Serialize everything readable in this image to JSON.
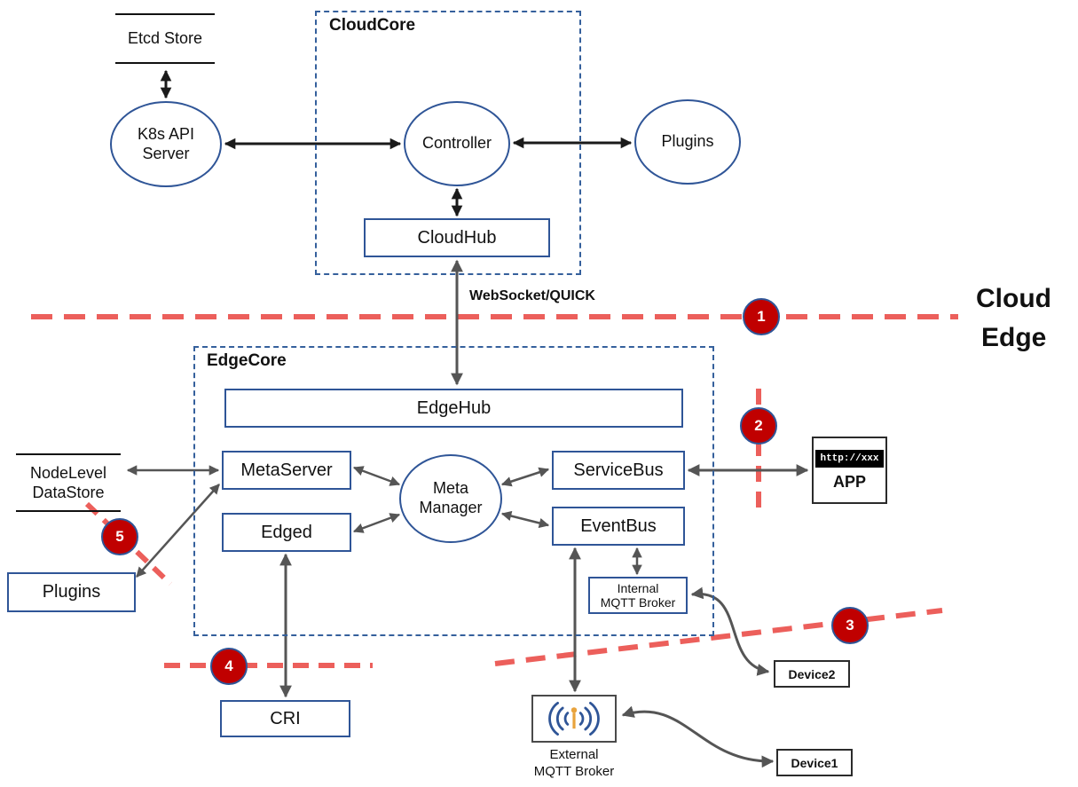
{
  "labels": {
    "cloud": "Cloud",
    "edge": "Edge",
    "websocket": "WebSocket/QUICK"
  },
  "cloud_section": {
    "etcd_store": "Etcd Store",
    "k8s_api_server": "K8s API Server",
    "cloudcore_title": "CloudCore",
    "controller": "Controller",
    "cloudhub": "CloudHub",
    "plugins": "Plugins"
  },
  "edge_section": {
    "edgecore_title": "EdgeCore",
    "edgehub": "EdgeHub",
    "metaserver": "MetaServer",
    "edged": "Edged",
    "meta_manager": "Meta Manager",
    "servicebus": "ServiceBus",
    "eventbus": "EventBus",
    "internal_mqtt_broker": "Internal MQTT Broker",
    "nodelevel_datastore": "NodeLevel DataStore",
    "plugins": "Plugins",
    "cri": "CRI",
    "external_mqtt_broker": "External MQTT Broker"
  },
  "external": {
    "app_label": "APP",
    "app_url": "http://xxx",
    "device1": "Device1",
    "device2": "Device2"
  },
  "markers": {
    "m1": "1",
    "m2": "2",
    "m3": "3",
    "m4": "4",
    "m5": "5"
  },
  "colors": {
    "box_border": "#2F5597",
    "red_dash": "#EC5F5B",
    "marker_fill": "#C00000",
    "arrow_dark": "#1a1a1a",
    "arrow_gray": "#555555",
    "antenna_orange": "#E8A33D"
  }
}
